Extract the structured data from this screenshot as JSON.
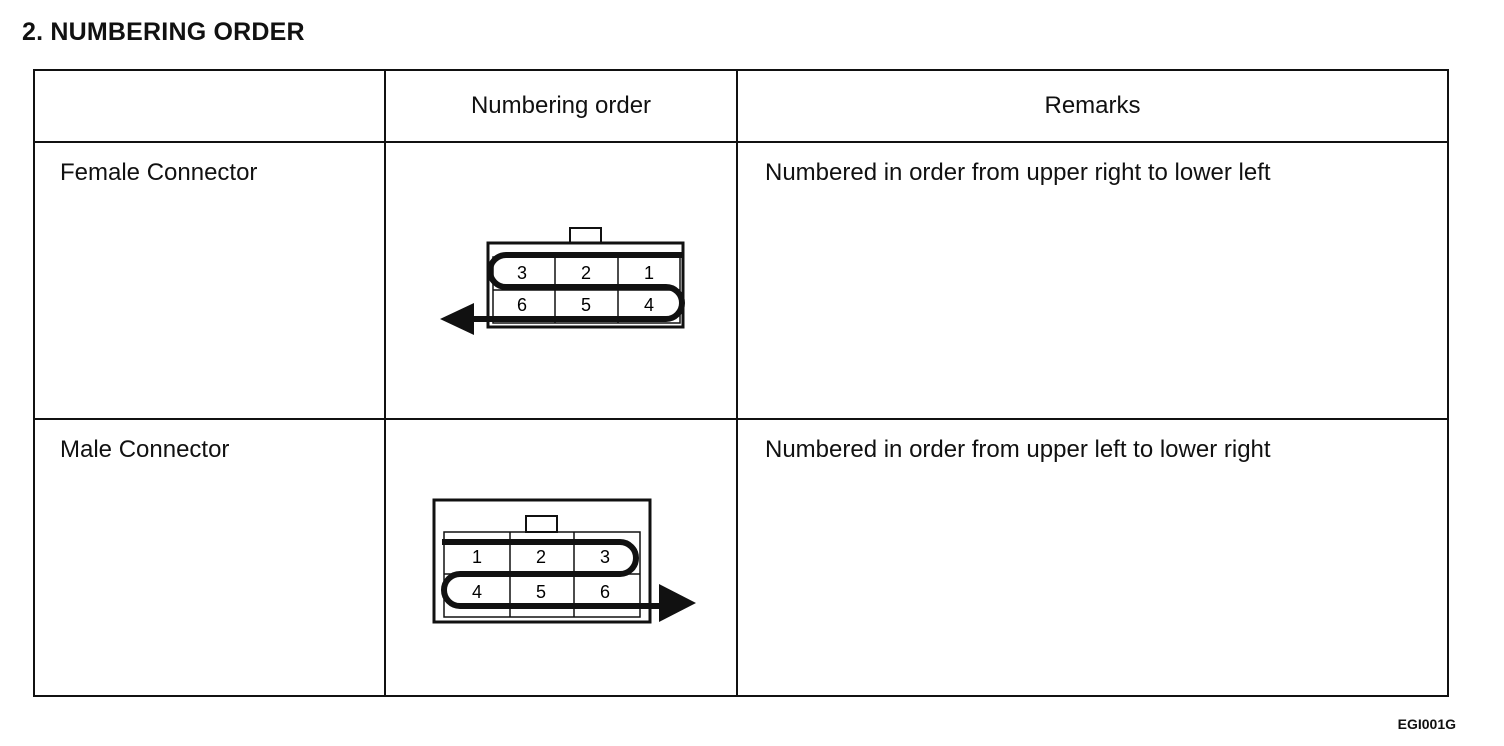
{
  "heading": "2.  NUMBERING ORDER",
  "table": {
    "columns": [
      "",
      "Numbering order",
      "Remarks"
    ],
    "rows": [
      {
        "name": "Female Connector",
        "remark": "Numbered in order from upper right to lower left",
        "terminals_top": [
          "3",
          "2",
          "1"
        ],
        "terminals_bottom": [
          "6",
          "5",
          "4"
        ]
      },
      {
        "name": "Male Connector",
        "remark": "Numbered in order from upper left to lower right",
        "terminals_top": [
          "1",
          "2",
          "3"
        ],
        "terminals_bottom": [
          "4",
          "5",
          "6"
        ]
      }
    ]
  },
  "figure_code": "EGI001G"
}
